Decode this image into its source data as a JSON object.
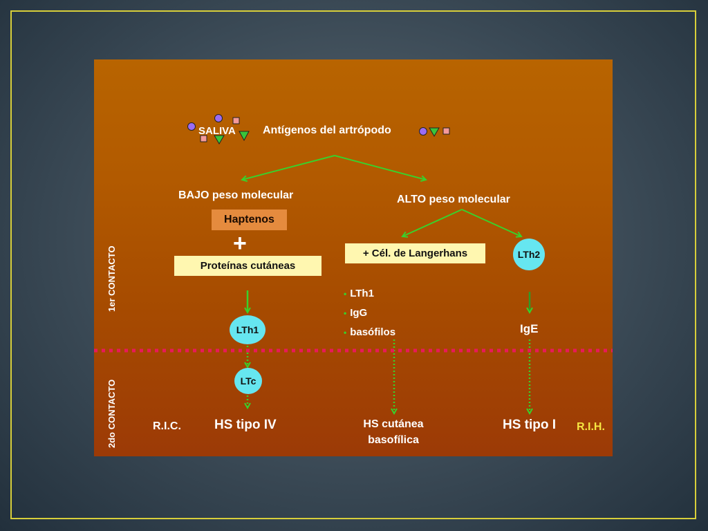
{
  "top": {
    "saliva": "SALIVA",
    "antigens": "Antígenos del artrópodo"
  },
  "low": {
    "title": "BAJO peso molecular",
    "haptenos": "Haptenos",
    "plus": "+",
    "proteins": "Proteínas cutáneas"
  },
  "high": {
    "title": "ALTO peso molecular",
    "langerhans": "+ Cél. de Langerhans",
    "lth2": "LTh2",
    "items": [
      "LTh1",
      "IgG",
      "basófilos"
    ],
    "ige": "IgE"
  },
  "cells": {
    "lth1": "LTh1",
    "ltc": "LTc"
  },
  "contacts": {
    "first": "1er CONTACTO",
    "second": "2do CONTACTO"
  },
  "outcomes": {
    "ric": "R.I.C.",
    "hs4": "HS tipo IV",
    "hs_baso_1": "HS cutánea",
    "hs_baso_2": "basofílica",
    "hs1": "HS tipo I",
    "rih": "R.I.H."
  },
  "colors": {
    "arrow": "#39d12c",
    "divider": "#e8195a",
    "rih": "#f5e642",
    "cell": "#66e6f0",
    "box_haptenos": "#e58b3e",
    "box_proteins": "#fff7b0"
  }
}
